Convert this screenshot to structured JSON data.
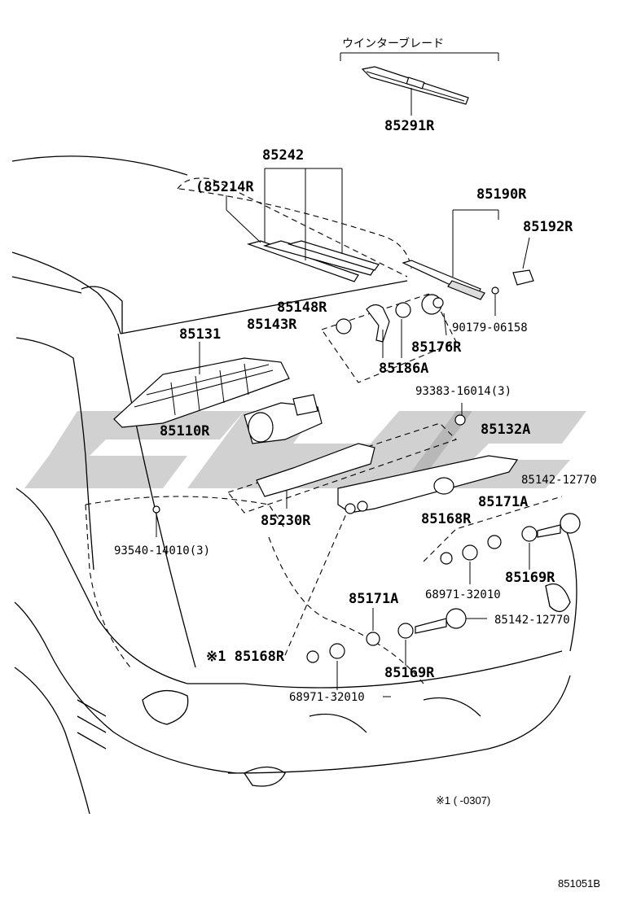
{
  "header_label": "ウインターブレード",
  "parts": {
    "p85291R": "85291R",
    "p85242": "85242",
    "p85214R": "(85214R",
    "p85190R": "85190R",
    "p85192R": "85192R",
    "p85148R": "85148R",
    "p85143R": "85143R",
    "p90179": "90179-06158",
    "p85176R": "85176R",
    "p85131": "85131",
    "p85186A": "85186A",
    "p93383": "93383-16014(3)",
    "p85110R": "85110R",
    "p85132A": "85132A",
    "p85142a": "85142-12770",
    "p85230R": "85230R",
    "p85171Aa": "85171A",
    "p85168Ra": "85168R",
    "p93540": "93540-14010(3)",
    "p68971a": "68971-32010",
    "p85169Ra": "85169R",
    "p85171Ab": "85171A",
    "p85142b": "85142-12770",
    "p85168Rb": "※1 85168R",
    "p85169Rb": "85169R",
    "p68971b": "68971-32010"
  },
  "footnote": "※1 (      -0307)",
  "figure_id": "851051B"
}
